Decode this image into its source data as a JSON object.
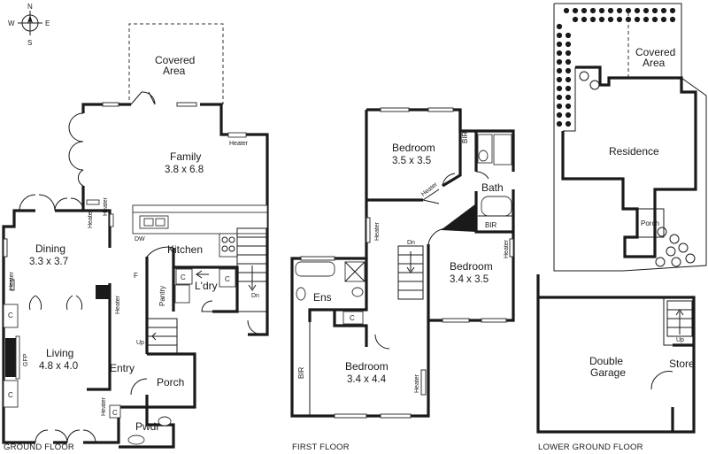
{
  "compass": {
    "north": "N",
    "south": "S",
    "east": "E",
    "west": "W"
  },
  "levels": {
    "ground": {
      "caption": "GROUND FLOOR"
    },
    "first": {
      "caption": "FIRST FLOOR"
    },
    "lower": {
      "caption": "LOWER GROUND FLOOR"
    }
  },
  "ground_rooms": {
    "covered_line1": "Covered",
    "covered_line2": "Area",
    "family": "Family",
    "family_dim": "3.8 x 6.8",
    "dining": "Dining",
    "dining_dim": "3.3 x 3.7",
    "kitchen": "Kitchen",
    "living": "Living",
    "living_dim": "4.8 x 4.0",
    "entry": "Entry",
    "porch": "Porch",
    "pwdr": "Pwdr",
    "pantry": "Pantry",
    "ldry": "L'dry"
  },
  "ground_labels": {
    "heater": "Heater",
    "dw": "DW",
    "f": "F",
    "c": "C",
    "gfp": "GFP",
    "up": "Up",
    "dn": "Dn"
  },
  "first_rooms": {
    "bedroom": "Bedroom",
    "bed1_dim": "3.5 x 3.5",
    "bed2_dim": "3.4 x 3.5",
    "bed3_dim": "3.4 x 4.4",
    "bath": "Bath",
    "ens": "Ens"
  },
  "first_labels": {
    "bir": "BIR",
    "heater": "Heater",
    "dn": "Dn",
    "c": "C"
  },
  "lower_rooms": {
    "covered_line1": "Covered",
    "covered_line2": "Area",
    "residence": "Residence",
    "porch": "Porch",
    "garage_line1": "Double",
    "garage_line2": "Garage",
    "store": "Store",
    "up": "Up"
  }
}
